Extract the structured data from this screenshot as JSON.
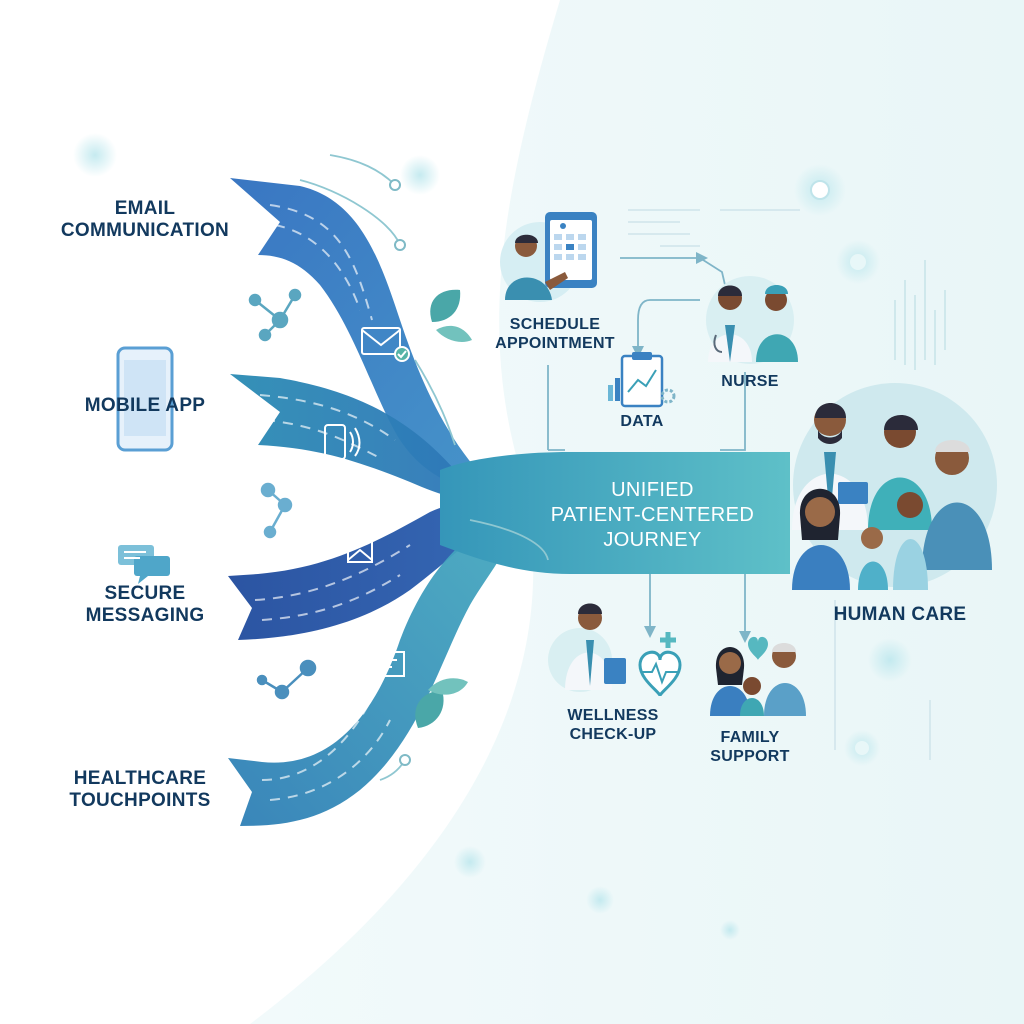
{
  "channels": {
    "email": {
      "line1": "EMAIL",
      "line2": "COMMUNICATION",
      "icon": "envelope-icon"
    },
    "mobile": {
      "line1": "MOBILE APP",
      "icon": "smartphone-icon"
    },
    "messaging": {
      "line1": "SECURE",
      "line2": "MESSAGING",
      "icon": "chat-bubbles-icon"
    },
    "touchpoints": {
      "line1": "HEALTHCARE",
      "line2": "TOUCHPOINTS",
      "icon": "network-node-icon"
    }
  },
  "journey": {
    "line1": "UNIFIED",
    "line2": "PATIENT-CENTERED",
    "line3": "JOURNEY"
  },
  "steps": {
    "schedule": {
      "line1": "SCHEDULE",
      "line2": "APPOINTMENT",
      "icon": "calendar-tablet-icon"
    },
    "data": {
      "line1": "DATA",
      "icon": "clipboard-chart-icon"
    },
    "nurse": {
      "line1": "NURSE",
      "icon": "nurse-doctor-icon"
    },
    "human_care": {
      "line1": "HUMAN CARE",
      "icon": "care-team-family-icon"
    },
    "wellness": {
      "line1": "WELLNESS",
      "line2": "CHECK-UP",
      "icon": "heart-pulse-icon"
    },
    "family": {
      "line1": "FAMILY",
      "line2": "SUPPORT",
      "icon": "family-heart-icon"
    }
  },
  "colors": {
    "dark_blue": "#2a5fae",
    "mid_blue": "#3f86c6",
    "teal": "#3aa0b7",
    "light_teal": "#6cc5cc",
    "label": "#12395e"
  }
}
